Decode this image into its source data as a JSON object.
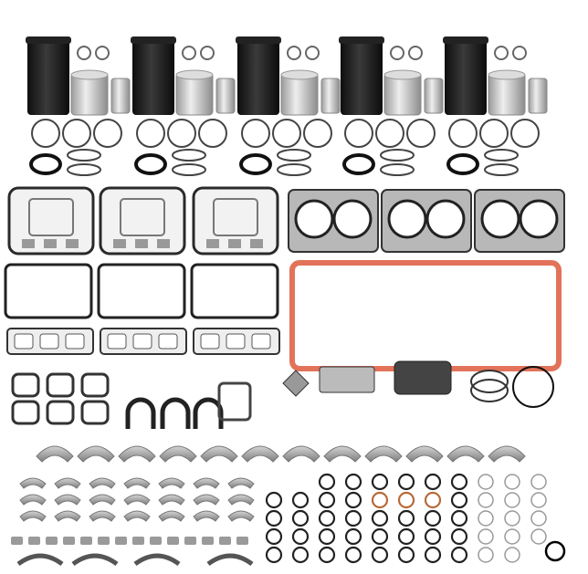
{
  "product": {
    "liner_sets": 5,
    "rocker_cover_gaskets": 3,
    "head_gaskets": 3,
    "side_gaskets": 3,
    "manifold_gaskets": 3
  },
  "colors": {
    "background": "#ffffff",
    "liner": "#1c1c1c",
    "piston": "#c9c9c9",
    "gasket_outline": "#2a2a2a",
    "gasket_fill": "#b8b8b8",
    "oil_pan_gasket": "#e2735a",
    "bearing": "#a9a9a9"
  }
}
